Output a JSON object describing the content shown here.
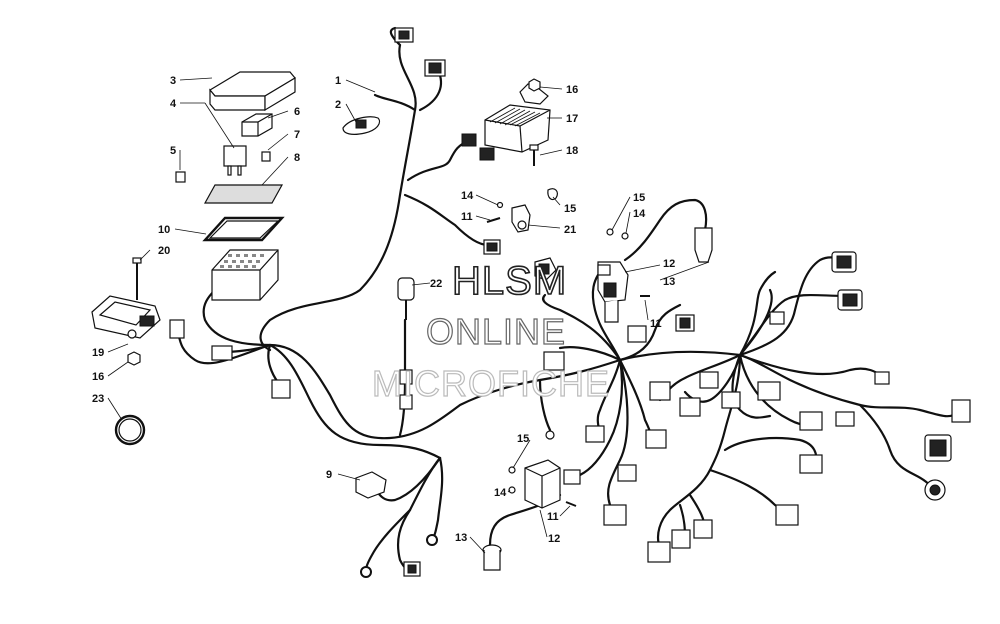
{
  "callouts": {
    "c1": "1",
    "c2": "2",
    "c3": "3",
    "c4": "4",
    "c5": "5",
    "c6": "6",
    "c7": "7",
    "c8": "8",
    "c9": "9",
    "c10": "10",
    "c11a": "11",
    "c11b": "11",
    "c11c": "11",
    "c12a": "12",
    "c12b": "12",
    "c13a": "13",
    "c13b": "13",
    "c14a": "14",
    "c14b": "14",
    "c14c": "14",
    "c15a": "15",
    "c15b": "15",
    "c15c": "15",
    "c16a": "16",
    "c16b": "16",
    "c17": "17",
    "c18": "18",
    "c19": "19",
    "c20": "20",
    "c21": "21",
    "c22": "22",
    "c23": "23"
  },
  "watermark": {
    "line1": "HLSM",
    "line2": "ONLINE",
    "line3": "MICROFICHE"
  }
}
